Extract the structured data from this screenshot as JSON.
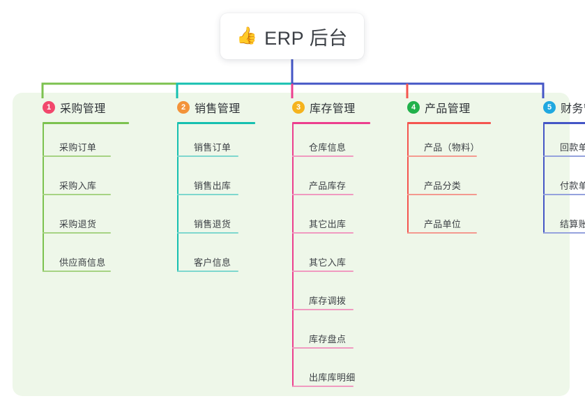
{
  "diagram": {
    "type": "mind-map",
    "root": {
      "icon": "thumbs-up-emoji",
      "emoji": "👍",
      "label": "ERP 后台"
    },
    "panel_color": "#eef7e9",
    "branches": [
      {
        "index": "1",
        "title": "采购管理",
        "badge_color": "#f2476c",
        "line_color": "#7cc24f",
        "leaf_line_color": "#a6d383",
        "connector_color": "#7cc24f",
        "items": [
          {
            "label": "采购订单"
          },
          {
            "label": "采购入库"
          },
          {
            "label": "采购退货"
          },
          {
            "label": "供应商信息"
          }
        ]
      },
      {
        "index": "2",
        "title": "销售管理",
        "badge_color": "#f3933a",
        "line_color": "#16c0b0",
        "leaf_line_color": "#7ed7ce",
        "connector_color": "#16c0b0",
        "items": [
          {
            "label": "销售订单"
          },
          {
            "label": "销售出库"
          },
          {
            "label": "销售退货"
          },
          {
            "label": "客户信息"
          }
        ]
      },
      {
        "index": "3",
        "title": "库存管理",
        "badge_color": "#f5b31e",
        "line_color": "#ec3f8e",
        "leaf_line_color": "#f09ac0",
        "connector_color": "#ec3f8e",
        "items": [
          {
            "label": "仓库信息"
          },
          {
            "label": "产品库存"
          },
          {
            "label": "其它出库"
          },
          {
            "label": "其它入库"
          },
          {
            "label": "库存调拨"
          },
          {
            "label": "库存盘点"
          },
          {
            "label": "出库库明细"
          }
        ]
      },
      {
        "index": "4",
        "title": "产品管理",
        "badge_color": "#21b14b",
        "line_color": "#f4554f",
        "leaf_line_color": "#f4998f",
        "connector_color": "#f4554f",
        "items": [
          {
            "label": "产品（物料）"
          },
          {
            "label": "产品分类"
          },
          {
            "label": "产品单位"
          }
        ]
      },
      {
        "index": "5",
        "title": "财务管理",
        "badge_color": "#1fa8e0",
        "line_color": "#4456c6",
        "leaf_line_color": "#95a2dd",
        "connector_color": "#4456c6",
        "items": [
          {
            "label": "回款单"
          },
          {
            "label": "付款单"
          },
          {
            "label": "结算账户"
          }
        ]
      }
    ],
    "trunk": {
      "color": "#4456c6",
      "segments": [
        {
          "color": "#7cc24f",
          "from": 1,
          "to": 2
        },
        {
          "color": "#16c0b0",
          "from": 2,
          "to": 3
        },
        {
          "color": "#4456c6",
          "from": 3,
          "to": 5
        }
      ]
    }
  }
}
